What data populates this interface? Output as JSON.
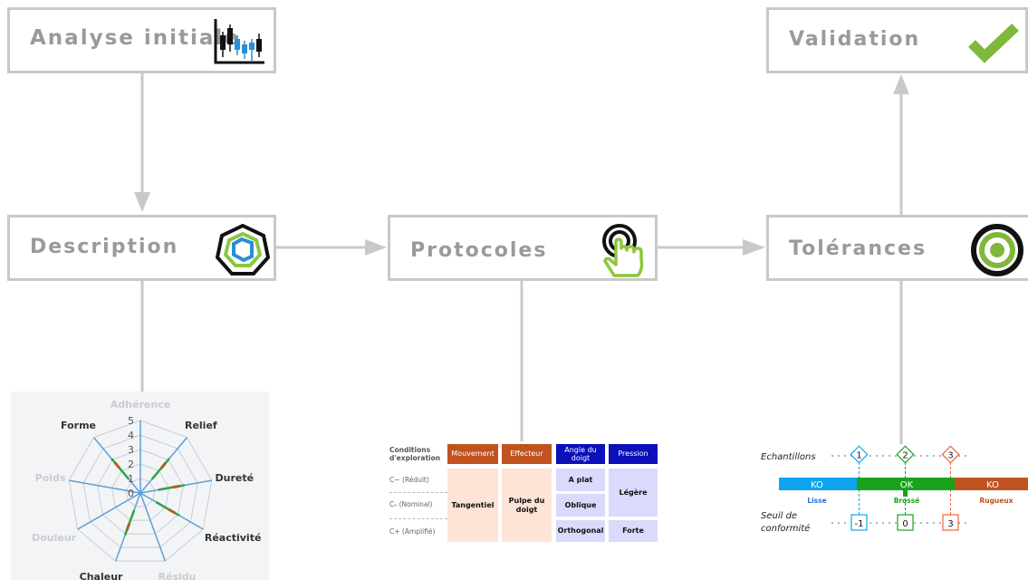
{
  "boxes": {
    "analyse": {
      "title": "Analyse initiale",
      "icon": "candlestick-chart-icon"
    },
    "validation": {
      "title": "Validation",
      "icon": "checkmark-icon"
    },
    "description": {
      "title": "Description",
      "icon": "hexagon-radar-icon"
    },
    "protocoles": {
      "title": "Protocoles",
      "icon": "touch-finger-icon"
    },
    "tolerances": {
      "title": "Tolérances",
      "icon": "target-icon"
    }
  },
  "colors": {
    "box_border": "#c9c9c9",
    "title_text": "#9a9a9a",
    "connector": "#c9c9c9",
    "green": "#8dc63f",
    "brown": "#c0531f",
    "blue": "#0b10b8",
    "ok_green": "#1aa31a",
    "ko_blue": "#0ea4f0",
    "ko_brown": "#c0531f"
  },
  "radar": {
    "ticks": [
      "5",
      "4",
      "3",
      "2",
      "1",
      "0"
    ],
    "axes": [
      {
        "label": "Adhérence",
        "faded": true
      },
      {
        "label": "Relief",
        "faded": false
      },
      {
        "label": "Dureté",
        "faded": false
      },
      {
        "label": "Réactivité",
        "faded": false
      },
      {
        "label": "Résidu",
        "faded": true
      },
      {
        "label": "Chaleur",
        "faded": false
      },
      {
        "label": "Douleur",
        "faded": true
      },
      {
        "label": "Poids",
        "faded": true
      },
      {
        "label": "Forme",
        "faded": false
      }
    ]
  },
  "protocol_table": {
    "conditions_label": "Conditions d'exploration",
    "headers": [
      "Mouvement",
      "Effecteur",
      "Angle du doigt",
      "Pression"
    ],
    "rows": [
      "C− (Réduit)",
      "Cₙ (Nominal)",
      "C+ (Amplifié)"
    ],
    "mouvement": "Tangentiel",
    "effecteur": "Pulpe du doigt",
    "angles": [
      "A plat",
      "Oblique",
      "Orthogonal"
    ],
    "pressions": [
      "Légère",
      "Forte"
    ]
  },
  "tolerance": {
    "echantillons_label": "Echantillons",
    "samples": [
      "1",
      "2",
      "3"
    ],
    "bar": [
      {
        "label": "KO",
        "color": "#0ea4f0"
      },
      {
        "label": "OK",
        "color": "#1aa31a"
      },
      {
        "label": "KO",
        "color": "#c0531f"
      }
    ],
    "categories": [
      "Lisse",
      "Brossé",
      "Rugueux"
    ],
    "seuil_label": "Seuil de conformité",
    "seuils": [
      "-1",
      "0",
      "3"
    ]
  }
}
